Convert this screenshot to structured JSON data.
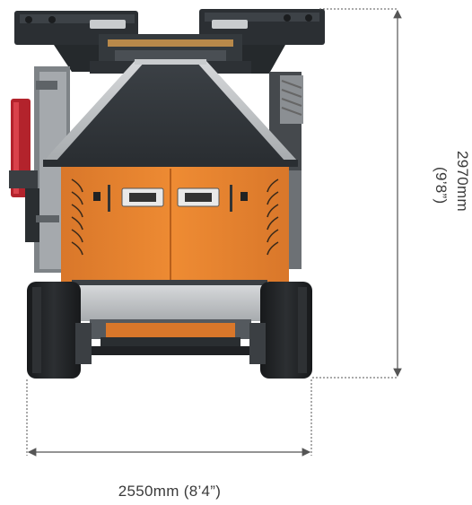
{
  "dimensions": {
    "width_label": "2550mm (8’4”)",
    "height_metric": "2970mm",
    "height_imperial": "(9’8”)"
  },
  "colors": {
    "body_orange": "#e8852e",
    "body_orange_dark": "#c96c1f",
    "frame_dark": "#2b2f33",
    "frame_mid": "#3d4247",
    "steel_light": "#c9ccce",
    "track_black": "#1f2123",
    "accent_red": "#b3232c",
    "dim_line": "#555555"
  }
}
